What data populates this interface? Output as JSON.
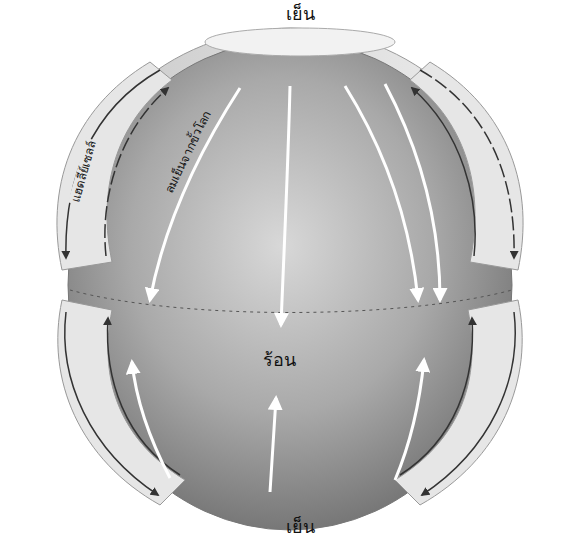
{
  "diagram": {
    "labels": [
      "เย็น",
      "แฮดลีย์เซลล์",
      "ลมเย็นจากขั้วโลก",
      "ร้อน",
      "เย็น"
    ]
  }
}
